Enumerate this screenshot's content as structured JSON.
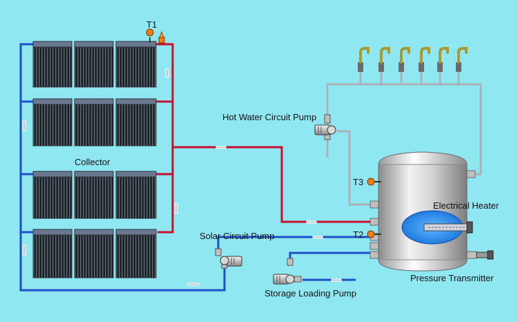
{
  "labels": {
    "t1": "T1",
    "t2": "T2",
    "t3": "T3",
    "collector": "Collector",
    "hot_water_pump": "Hot Water Circuit Pump",
    "solar_pump": "Solar Circuit Pump",
    "storage_pump": "Storage Loading Pump",
    "electrical_heater": "Electrical Heater",
    "pressure_transmitter": "Pressure Transmitter"
  },
  "colors": {
    "background": "#8fe7f1",
    "hot_pipe": "#c8102e",
    "cold_pipe": "#1f4fc8",
    "service_pipe": "#a9b3b6",
    "sensor": "#f07e14",
    "tank_body": "#c9c9c9",
    "heater_zone": "#1e8ee8"
  },
  "icons": {
    "collector_panel": "vacuum-tube-collector-icon",
    "pump": "pump-icon",
    "tap": "faucet-icon",
    "sensor": "temperature-sensor-icon",
    "valve": "valve-icon"
  }
}
